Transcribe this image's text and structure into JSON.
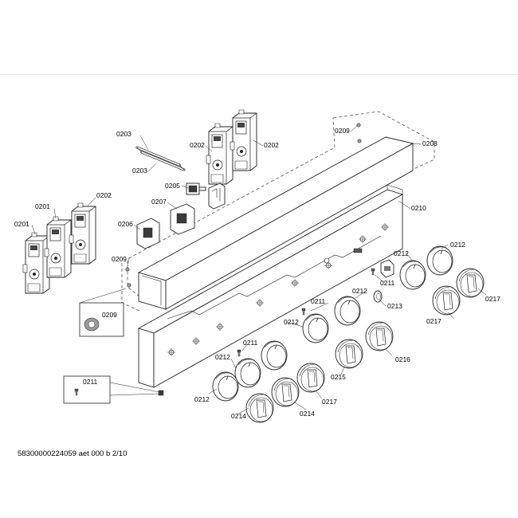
{
  "diagram": {
    "footer_text": "58300000224059 aet 000 b 2/10",
    "labels": {
      "p0201a": "0201",
      "p0201b": "0201",
      "p0202a": "0202",
      "p0202b": "0202",
      "p0202c": "0202",
      "p0203a": "0203",
      "p0203b": "0203",
      "p0205": "0205",
      "p0206": "0206",
      "p0207": "0207",
      "p0208": "0208",
      "p0209a": "0209",
      "p0209b": "0209",
      "p0209c": "0209",
      "p0210": "0210",
      "p0211a": "0211",
      "p0211b": "0211",
      "p0211c": "0211",
      "p0211d": "0211",
      "p0212a": "0212",
      "p0212b": "0212",
      "p0212c": "0212",
      "p0212d": "0212",
      "p0212e": "0212",
      "p0212f": "0212",
      "p0213": "0213",
      "p0214a": "0214",
      "p0214b": "0214",
      "p0215": "0215",
      "p0216": "0216",
      "p0217a": "0217",
      "p0217b": "0217",
      "p0217c": "0217"
    }
  }
}
